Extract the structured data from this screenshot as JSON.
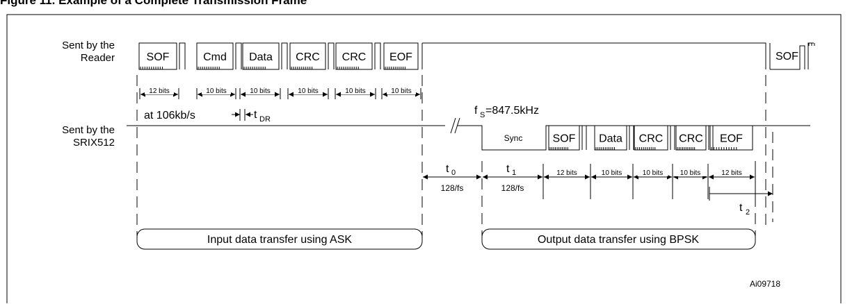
{
  "caption": "Figure 11. Example of a Complete Transmission Frame",
  "rows": {
    "reader_label": [
      "Sent by the",
      "Reader"
    ],
    "tag_label": [
      "Sent by the",
      "SRIX512"
    ]
  },
  "reader_frame": {
    "fields": [
      "SOF",
      "Cmd",
      "Data",
      "CRC",
      "CRC",
      "EOF"
    ],
    "bits": [
      "12 bits",
      "10 bits",
      "10 bits",
      "10 bits",
      "10 bits",
      "10 bits"
    ],
    "rate": "at 106kb/s",
    "t_dr": "t",
    "t_dr_sub": "DR",
    "next_sof": "SOF"
  },
  "tag_frame": {
    "fs_main": "f",
    "fs_sub": "S",
    "fs_value": "=847.5kHz",
    "sync": "Sync",
    "fields": [
      "SOF",
      "Data",
      "CRC",
      "CRC",
      "EOF"
    ],
    "bits": [
      "12 bits",
      "10 bits",
      "10 bits",
      "10 bits",
      "12 bits"
    ]
  },
  "timing": {
    "t0": "t",
    "t0_sub": "0",
    "t0_value": "128/fs",
    "t1": "t",
    "t1_sub": "1",
    "t1_value": "128/fs",
    "t2": "t",
    "t2_sub": "2"
  },
  "phases": {
    "input": "Input data transfer using ASK",
    "output": "Output data transfer using BPSK"
  },
  "figure_id": "Ai09718"
}
